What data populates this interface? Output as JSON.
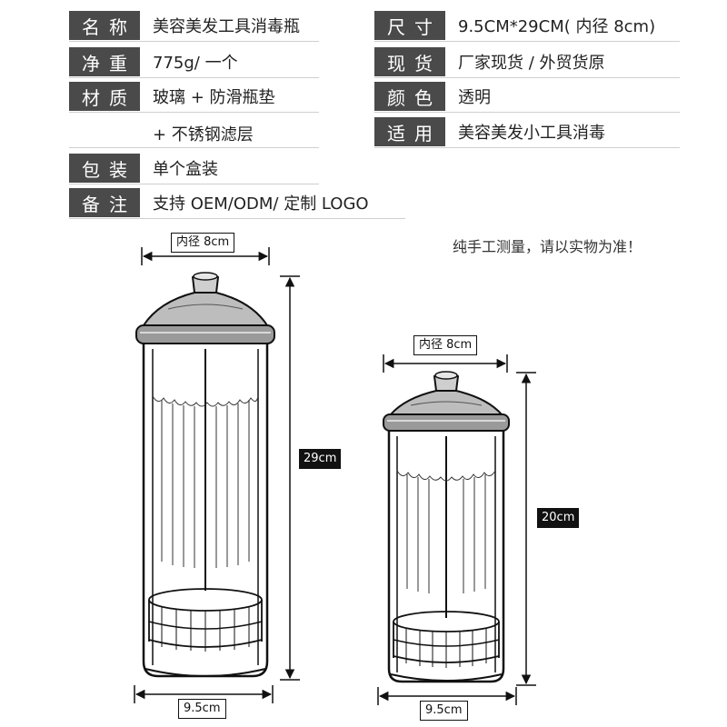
{
  "specs": {
    "name": {
      "key": "名称",
      "value": "美容美发工具消毒瓶"
    },
    "size": {
      "key": "尺寸",
      "value": "9.5CM*29CM( 内径 8cm)"
    },
    "weight": {
      "key": "净重",
      "value": "775g/ 一个"
    },
    "stock": {
      "key": "现货",
      "value": "厂家现货 / 外贸货原"
    },
    "material": {
      "key": "材质",
      "value": "玻璃 + 防滑瓶垫",
      "continuation": "+ 不锈钢滤层"
    },
    "color": {
      "key": "颜色",
      "value": "透明"
    },
    "usage": {
      "key": "适用",
      "value": "美容美发小工具消毒"
    },
    "packaging": {
      "key": "包装",
      "value": "单个盒装"
    },
    "remarks": {
      "key": "备注",
      "value": "支持 OEM/ODM/ 定制 LOGO"
    }
  },
  "note": "纯手工测量，请以实物为准！",
  "large_jar": {
    "inner_diameter": "内径 8cm",
    "height": "29cm",
    "base_width": "9.5cm"
  },
  "small_jar": {
    "inner_diameter": "内径 8cm",
    "height": "20cm",
    "base_width": "9.5cm"
  },
  "colors": {
    "key_background": "#4a4a4a",
    "key_text": "#ffffff",
    "divider": "#cfcfcf",
    "dimension_line": "#111111"
  }
}
